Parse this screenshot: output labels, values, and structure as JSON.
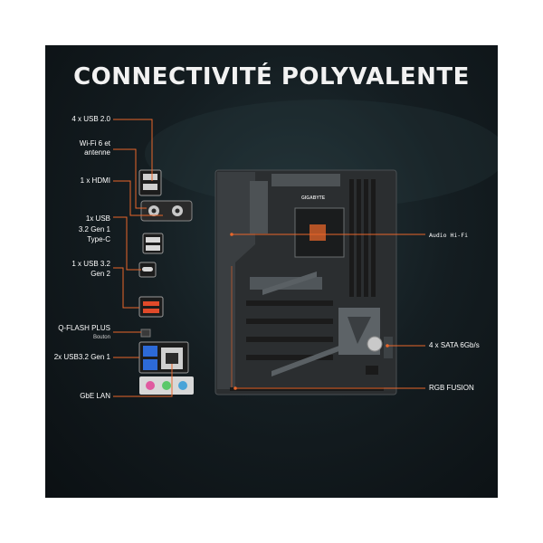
{
  "title": "CONNECTIVITÉ POLYVALENTE",
  "brand_logo_text": "GIGABYTE",
  "colors": {
    "accent": "#e8662a",
    "background": "#121b1f",
    "text": "#ffffff"
  },
  "left_labels": {
    "usb20": "4 x USB 2.0",
    "wifi_line1": "Wi-Fi 6 et",
    "wifi_line2": "antenne",
    "hdmi": "1 x HDMI",
    "typec_line1": "1x USB",
    "typec_line2": "3.2 Gen 1",
    "typec_line3": "Type-C",
    "usb32g2_line1": "1 x USB 3.2",
    "usb32g2_line2": "Gen 2",
    "qflash": "Q-FLASH PLUS",
    "qflash_sub": "Bouton",
    "usb32g1": "2x USB3.2 Gen 1",
    "lan": "GbE LAN"
  },
  "right_labels": {
    "audio": "Audio Hi-Fi",
    "sata": "4 x SATA 6Gb/s",
    "rgb": "RGB FUSION"
  }
}
